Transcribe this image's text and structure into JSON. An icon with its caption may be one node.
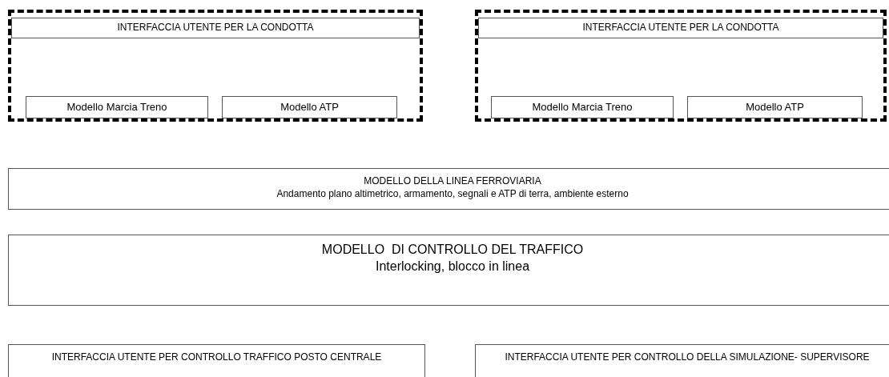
{
  "diagram": {
    "nodes": [
      {
        "text": [],
        "shape": "box"
      },
      {
        "text": [
          "INTERFACCIA UTENTE PER LA CONDOTTA"
        ],
        "in": 0
      },
      {
        "text": [
          "Modello Marcia Treno"
        ],
        "in": 0
      },
      {
        "text": [
          "Modello ATP"
        ],
        "in": 0
      },
      {
        "text": [],
        "shape": "box"
      },
      {
        "text": [
          "INTERFACCIA UTENTE PER LA CONDOTTA"
        ],
        "in": 4
      },
      {
        "text": [
          "Modello Marcia Treno"
        ],
        "in": 4
      },
      {
        "text": [
          "Modello ATP"
        ],
        "in": 4
      },
      {
        "text": [
          "MODELLO DELLA LINEA FERROVIARIA",
          "Andamento plano altimetrico, armamento, segnali e ATP di terra, ambiente esterno"
        ]
      },
      {
        "text": [
          "MODELLO  DI CONTROLLO DEL TRAFFICO",
          "Interlocking, blocco in linea"
        ]
      },
      {
        "text": [
          "INTERFACCIA UTENTE PER CONTROLLO TRAFFICO POSTO CENTRALE"
        ]
      },
      {
        "text": [
          "INTERFACCIA UTENTE PER CONTROLLO DELLA SIMULAZIONE- SUPERVISORE"
        ]
      }
    ]
  }
}
